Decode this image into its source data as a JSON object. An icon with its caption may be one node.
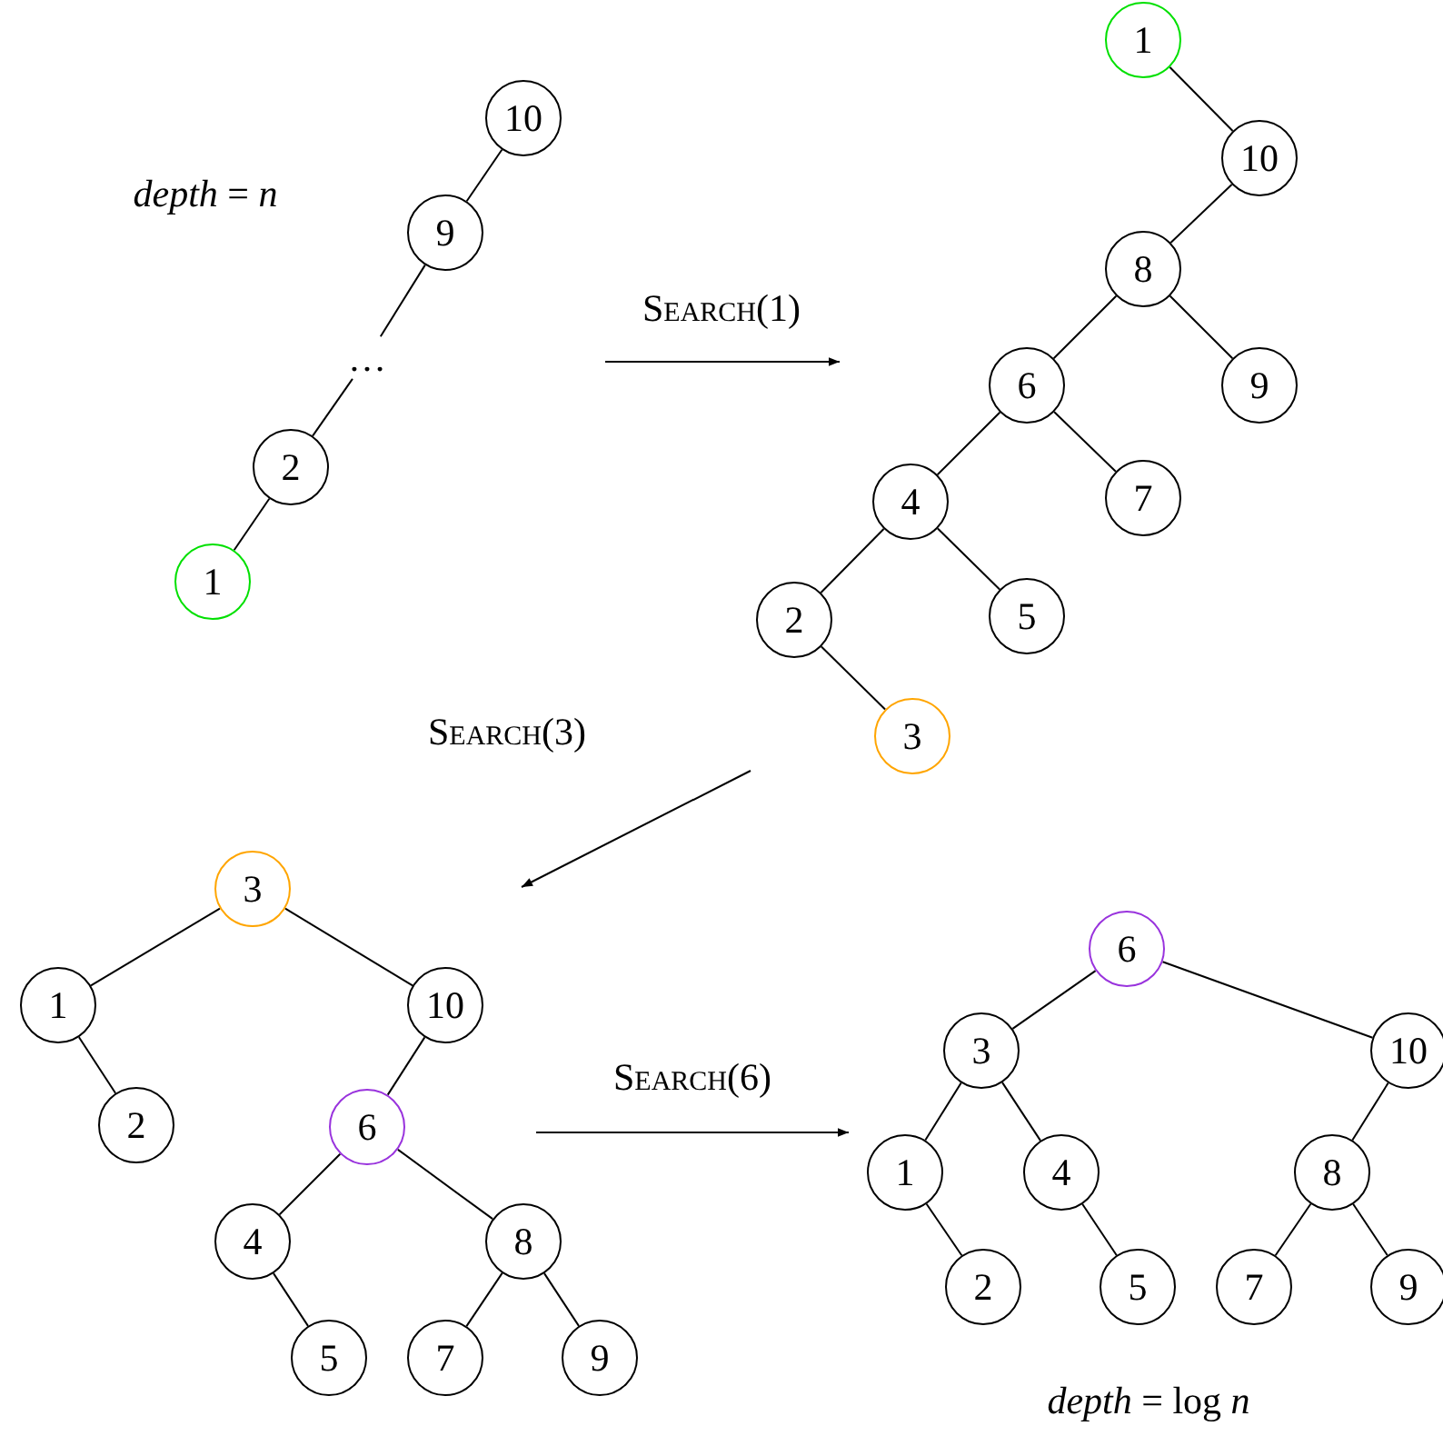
{
  "diagram": {
    "nodes": [
      {
        "text": [
          "10"
        ]
      },
      {
        "text": [
          "9"
        ]
      },
      {
        "text": [
          "…"
        ]
      },
      {
        "text": [
          "2"
        ]
      },
      {
        "text": [
          "1"
        ]
      },
      {
        "text": [
          "1"
        ]
      },
      {
        "text": [
          "10"
        ]
      },
      {
        "text": [
          "8"
        ]
      },
      {
        "text": [
          "6"
        ]
      },
      {
        "text": [
          "9"
        ]
      },
      {
        "text": [
          "4"
        ]
      },
      {
        "text": [
          "7"
        ]
      },
      {
        "text": [
          "2"
        ]
      },
      {
        "text": [
          "5"
        ]
      },
      {
        "text": [
          "3"
        ]
      },
      {
        "text": [
          "3"
        ]
      },
      {
        "text": [
          "1"
        ]
      },
      {
        "text": [
          "10"
        ]
      },
      {
        "text": [
          "2"
        ]
      },
      {
        "text": [
          "6"
        ]
      },
      {
        "text": [
          "4"
        ]
      },
      {
        "text": [
          "8"
        ]
      },
      {
        "text": [
          "5"
        ]
      },
      {
        "text": [
          "7"
        ]
      },
      {
        "text": [
          "9"
        ]
      },
      {
        "text": [
          "6"
        ]
      },
      {
        "text": [
          "3"
        ]
      },
      {
        "text": [
          "10"
        ]
      },
      {
        "text": [
          "1"
        ]
      },
      {
        "text": [
          "4"
        ]
      },
      {
        "text": [
          "8"
        ]
      },
      {
        "text": [
          "2"
        ]
      },
      {
        "text": [
          "5"
        ]
      },
      {
        "text": [
          "7"
        ]
      },
      {
        "text": [
          "9"
        ]
      }
    ],
    "edges": [
      {
        "from": 0,
        "to": 1,
        "arrow": "none"
      },
      {
        "from": 1,
        "to": 2,
        "arrow": "none"
      },
      {
        "from": 2,
        "to": 3,
        "arrow": "none"
      },
      {
        "from": 3,
        "to": 4,
        "arrow": "none"
      },
      {
        "from": 5,
        "to": 6,
        "arrow": "none"
      },
      {
        "from": 6,
        "to": 7,
        "arrow": "none"
      },
      {
        "from": 7,
        "to": 8,
        "arrow": "none"
      },
      {
        "from": 7,
        "to": 9,
        "arrow": "none"
      },
      {
        "from": 8,
        "to": 10,
        "arrow": "none"
      },
      {
        "from": 8,
        "to": 11,
        "arrow": "none"
      },
      {
        "from": 10,
        "to": 12,
        "arrow": "none"
      },
      {
        "from": 10,
        "to": 13,
        "arrow": "none"
      },
      {
        "from": 12,
        "to": 14,
        "arrow": "none"
      },
      {
        "from": 15,
        "to": 16,
        "arrow": "none"
      },
      {
        "from": 15,
        "to": 17,
        "arrow": "none"
      },
      {
        "from": 16,
        "to": 18,
        "arrow": "none"
      },
      {
        "from": 17,
        "to": 19,
        "arrow": "none"
      },
      {
        "from": 19,
        "to": 20,
        "arrow": "none"
      },
      {
        "from": 19,
        "to": 21,
        "arrow": "none"
      },
      {
        "from": 20,
        "to": 22,
        "arrow": "none"
      },
      {
        "from": 21,
        "to": 23,
        "arrow": "none"
      },
      {
        "from": 21,
        "to": 24,
        "arrow": "none"
      },
      {
        "from": 25,
        "to": 26,
        "arrow": "none"
      },
      {
        "from": 25,
        "to": 27,
        "arrow": "none"
      },
      {
        "from": 26,
        "to": 28,
        "arrow": "none"
      },
      {
        "from": 26,
        "to": 29,
        "arrow": "none"
      },
      {
        "from": 28,
        "to": 31,
        "arrow": "none"
      },
      {
        "from": 29,
        "to": 32,
        "arrow": "none"
      },
      {
        "from": 27,
        "to": 30,
        "arrow": "none"
      },
      {
        "from": 30,
        "to": 33,
        "arrow": "none"
      },
      {
        "from": 30,
        "to": 34,
        "arrow": "none"
      }
    ],
    "labels": [
      "*depth* = *n*",
      "Search(1)",
      "Search(3)",
      "Search(6)",
      "*depth* = log *n*"
    ]
  }
}
